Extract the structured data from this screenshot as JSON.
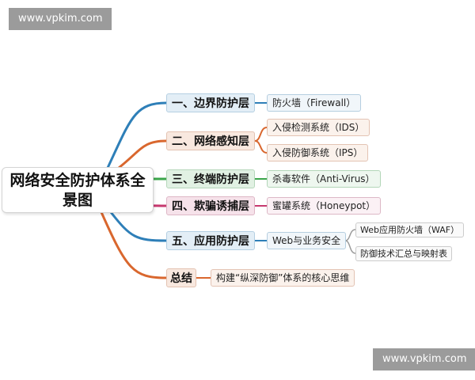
{
  "watermark": {
    "top_left": "www.vpkim.com",
    "bottom_right": "www.vpkim.com"
  },
  "root": {
    "line1": "网络安全防护体系全",
    "line2": "景图"
  },
  "branches": [
    {
      "label": "一、边界防护层",
      "leaves": [
        "防火墙（Firewall）"
      ]
    },
    {
      "label": "二、网络感知层",
      "leaves": [
        "入侵检测系统（IDS）",
        "入侵防御系统（IPS）"
      ]
    },
    {
      "label": "三、终端防护层",
      "leaves": [
        "杀毒软件（Anti-Virus）"
      ]
    },
    {
      "label": "四、欺骗诱捕层",
      "leaves": [
        "蜜罐系统（Honeypot）"
      ]
    },
    {
      "label": "五、应用防护层",
      "leaves": [
        "Web与业务安全"
      ],
      "subleaves": [
        "Web应用防火墙（WAF）",
        "防御技术汇总与映射表"
      ]
    },
    {
      "label": "总结",
      "leaves": [
        "构建“纵深防御”体系的核心思维"
      ]
    }
  ],
  "colors": {
    "blue": "#2e7fb8",
    "orange": "#d9672e",
    "green": "#3aa54a",
    "pink": "#c7386f",
    "gray": "#9a9a9a"
  }
}
